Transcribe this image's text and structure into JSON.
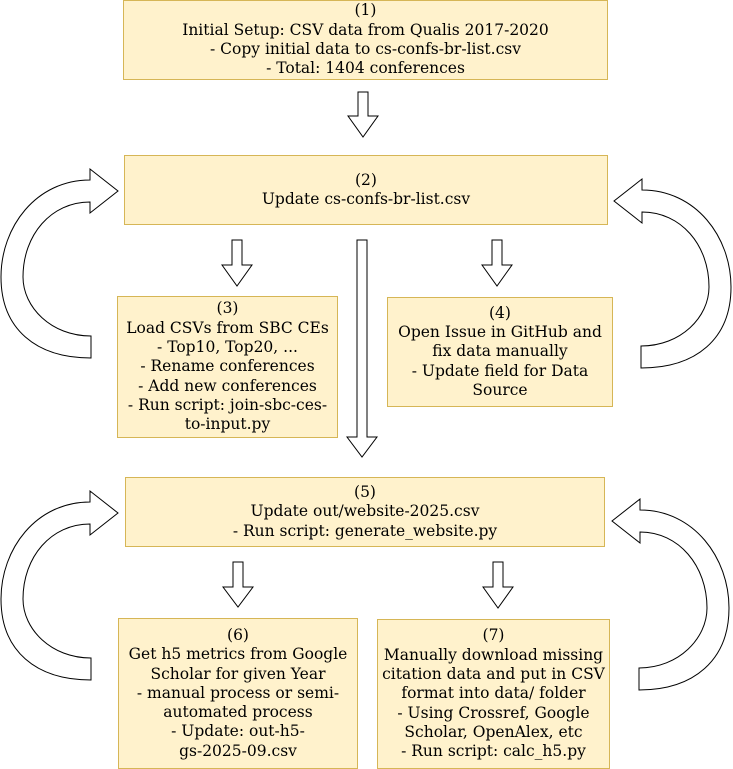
{
  "diagram": {
    "colors": {
      "box_fill": "#fff2cc",
      "box_stroke": "#d6b656",
      "arrow_fill": "#ffffff",
      "arrow_stroke": "#000000"
    },
    "steps": [
      {
        "id": "step-1",
        "lines": [
          "(1)",
          "Initial Setup: CSV data from Qualis 2017-2020",
          "- Copy initial data to cs-confs-br-list.csv",
          "- Total: 1404 conferences"
        ]
      },
      {
        "id": "step-2",
        "lines": [
          "(2)",
          "Update cs-confs-br-list.csv"
        ]
      },
      {
        "id": "step-3",
        "lines": [
          "(3)",
          "Load CSVs from SBC CEs",
          "- Top10, Top20, ...",
          "- Rename conferences",
          "- Add new conferences",
          "- Run script: join-sbc-ces-",
          "to-input.py"
        ]
      },
      {
        "id": "step-4",
        "lines": [
          "(4)",
          "Open Issue in GitHub and",
          "fix data manually",
          "- Update field for Data",
          "Source"
        ]
      },
      {
        "id": "step-5",
        "lines": [
          "(5)",
          "Update out/website-2025.csv",
          "- Run script: generate_website.py"
        ]
      },
      {
        "id": "step-6",
        "lines": [
          "(6)",
          "Get h5 metrics from Google",
          "Scholar for given Year",
          "- manual process or semi-",
          "automated process",
          "- Update: out-h5-",
          "gs-2025-09.csv"
        ]
      },
      {
        "id": "step-7",
        "lines": [
          "(7)",
          "Manually download missing",
          "citation data and put in CSV",
          "format into data/ folder",
          "- Using Crossref, Google",
          "Scholar, OpenAlex, etc",
          "- Run script: calc_h5.py"
        ]
      }
    ],
    "connections": [
      {
        "from": "step-1",
        "to": "step-2",
        "kind": "down"
      },
      {
        "from": "step-2",
        "to": "step-3",
        "kind": "down"
      },
      {
        "from": "step-2",
        "to": "step-4",
        "kind": "down"
      },
      {
        "from": "step-2",
        "to": "step-5",
        "kind": "down"
      },
      {
        "from": "step-3",
        "to": "step-2",
        "kind": "loop-left"
      },
      {
        "from": "step-4",
        "to": "step-2",
        "kind": "loop-right"
      },
      {
        "from": "step-5",
        "to": "step-6",
        "kind": "down"
      },
      {
        "from": "step-5",
        "to": "step-7",
        "kind": "down"
      },
      {
        "from": "step-6",
        "to": "step-5",
        "kind": "loop-left"
      },
      {
        "from": "step-7",
        "to": "step-5",
        "kind": "loop-right"
      }
    ]
  }
}
